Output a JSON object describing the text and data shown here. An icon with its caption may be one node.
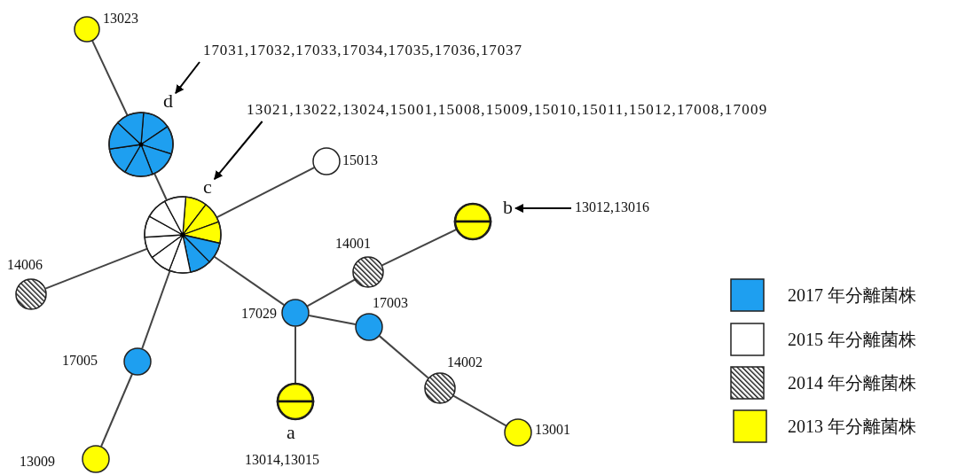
{
  "diagram": {
    "nodes": [
      {
        "text": [],
        "shape": "circle",
        "beside": [
          "13023"
        ]
      },
      {
        "text": [],
        "shape": "circle"
      },
      {
        "text": [],
        "shape": "circle"
      },
      {
        "text": [],
        "shape": "circle",
        "beside": [
          "15013"
        ]
      },
      {
        "text": [],
        "shape": "circle"
      },
      {
        "text": [],
        "shape": "circle",
        "beside": [
          "14001"
        ]
      },
      {
        "text": [],
        "shape": "circle",
        "beside": [
          "14006"
        ]
      },
      {
        "text": [],
        "shape": "circle",
        "beside": [
          "17029"
        ]
      },
      {
        "text": [],
        "shape": "circle",
        "beside": [
          "17005"
        ]
      },
      {
        "text": [],
        "shape": "circle",
        "beside": [
          "a",
          "13014,13015"
        ]
      },
      {
        "text": [],
        "shape": "circle",
        "beside": [
          "17003"
        ]
      },
      {
        "text": [],
        "shape": "circle",
        "beside": [
          "14002"
        ]
      },
      {
        "text": [],
        "shape": "circle",
        "beside": [
          "13001"
        ]
      },
      {
        "text": [],
        "shape": "circle",
        "beside": [
          "13009"
        ]
      },
      {
        "text": [
          "d"
        ]
      },
      {
        "text": [
          "17031,17032,17033,17034,17035,17036,17037"
        ]
      },
      {
        "text": [
          "c"
        ]
      },
      {
        "text": [
          "13021,13022,13024,15001,15008,15009,15010,15011,15012,17008,17009"
        ]
      },
      {
        "text": [
          "b"
        ]
      },
      {
        "text": [
          "13012,13016"
        ]
      }
    ],
    "edges": [
      {
        "from": 0,
        "to": 1,
        "arrow": "none"
      },
      {
        "from": 1,
        "to": 2,
        "arrow": "none"
      },
      {
        "from": 2,
        "to": 3,
        "arrow": "none"
      },
      {
        "from": 2,
        "to": 6,
        "arrow": "none"
      },
      {
        "from": 2,
        "to": 8,
        "arrow": "none"
      },
      {
        "from": 2,
        "to": 7,
        "arrow": "none"
      },
      {
        "from": 8,
        "to": 13,
        "arrow": "none"
      },
      {
        "from": 7,
        "to": 5,
        "arrow": "none"
      },
      {
        "from": 5,
        "to": 4,
        "arrow": "none"
      },
      {
        "from": 7,
        "to": 9,
        "arrow": "none"
      },
      {
        "from": 7,
        "to": 10,
        "arrow": "none"
      },
      {
        "from": 10,
        "to": 11,
        "arrow": "none"
      },
      {
        "from": 11,
        "to": 12,
        "arrow": "none"
      },
      {
        "from": 15,
        "to": 14,
        "arrow": "to"
      },
      {
        "from": 17,
        "to": 16,
        "arrow": "to"
      },
      {
        "from": 19,
        "to": 18,
        "arrow": "to"
      }
    ],
    "legend": [
      {
        "text": "2017 年分離菌株",
        "color": "#1e9ff0"
      },
      {
        "text": "2015 年分離菌株",
        "color": "#ffffff"
      },
      {
        "text": "2014 年分離菌株"
      },
      {
        "text": "2013 年分離菌株",
        "color": "#ffff00"
      }
    ]
  }
}
